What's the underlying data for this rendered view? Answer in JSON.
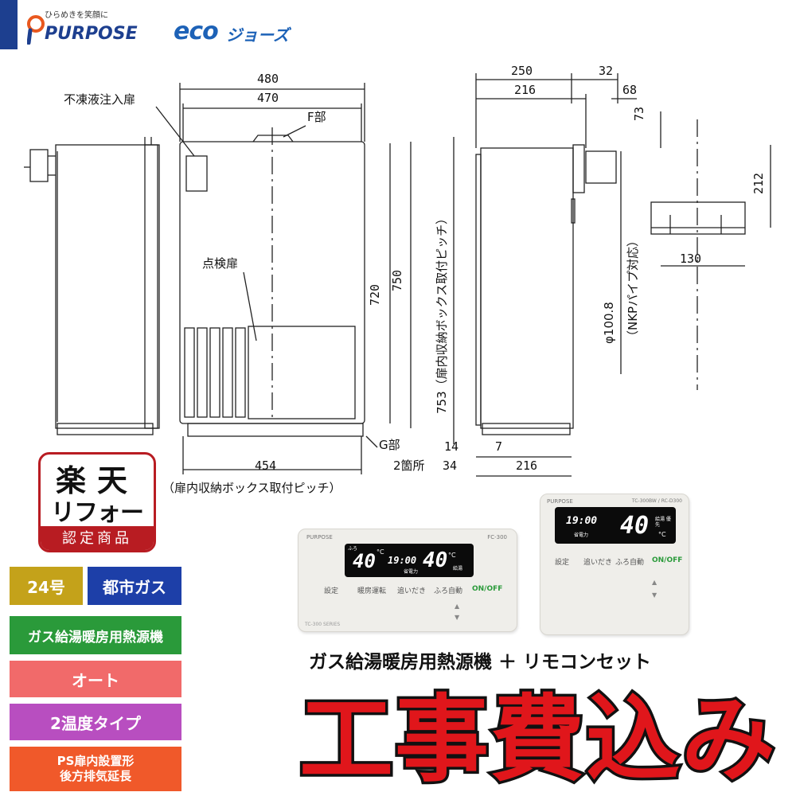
{
  "header": {
    "brand_tagline": "ひらめきを笑顔に",
    "brand_name": "PURPOSE",
    "eco_logo_text": "eco",
    "eco_logo_jp": "ジョーズ",
    "brand_color": "#1d3f8f"
  },
  "drawing": {
    "dims": {
      "d480": "480",
      "d470": "470",
      "d720": "720",
      "d750": "750",
      "d454": "454",
      "d250": "250",
      "d32": "32",
      "d216_top": "216",
      "d68": "68",
      "d73": "73",
      "d212": "212",
      "d130": "130",
      "d14": "14",
      "d7": "7",
      "d34": "34",
      "d216_bottom": "216"
    },
    "labels": {
      "antifreeze": "不凍液注入扉",
      "f_part": "F部",
      "inspection": "点検扉",
      "g_part": "G部",
      "two_places": "2箇所",
      "pitch_note": "（扉内収納ボックス取付ピッチ）",
      "vertical_pitch": "753（扉内収納ボックス取付ピッチ）",
      "pipe_diameter": "φ100.8",
      "pipe_note": "（NKPパイプ対応）"
    }
  },
  "badge": {
    "line1": "楽天",
    "line2": "リフォーム",
    "line3": "認定商品",
    "color": "#b81c22"
  },
  "tags": {
    "size": "24号",
    "gas": "都市ガス",
    "type": "ガス給湯暖房用熱源機",
    "auto": "オート",
    "temp": "2温度タイプ",
    "install_line1": "PS扉内設置形",
    "install_line2": "後方排気延長"
  },
  "remote_kitchen": {
    "brand": "PURPOSE",
    "model": "FC-300",
    "temp_left": "40",
    "unit_left": "°C",
    "time": "19:00",
    "temp_right": "40",
    "unit_right": "°C",
    "small_top": "ふろ",
    "small_right": "給湯",
    "small_mid": "省電力",
    "btn_settings": "設定",
    "btn_heat": "暖房運転",
    "btn_reheat": "追いだき",
    "btn_auto": "ふろ自動",
    "btn_power": "ON/OFF",
    "foot_note": "TC-300 SERIES"
  },
  "remote_bath": {
    "brand": "PURPOSE",
    "model": "TC-300BW / RC-D300",
    "time": "19:00",
    "small_mid": "省電力",
    "temp": "40",
    "unit": "°C",
    "side_label": "給湯 優先",
    "btn_settings": "設定",
    "btn_reheat": "追いだき",
    "btn_auto": "ふろ自動",
    "btn_power": "ON/OFF"
  },
  "headline": {
    "sub": "ガス給湯暖房用熱源機 ＋ リモコンセット",
    "main": "工事費込み",
    "main_color": "#e0161b"
  }
}
